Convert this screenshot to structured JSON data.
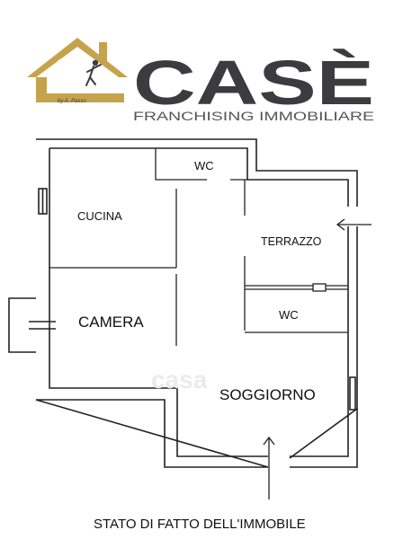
{
  "logo": {
    "brand": "CASÈ",
    "tagline": "FRANCHISING IMMOBILIARE",
    "colors": {
      "brand_dark": "#3c3c40",
      "brand_gold": "#c5a24c",
      "tagline": "#555555"
    }
  },
  "floorplan": {
    "rooms": {
      "wc_top": "WC",
      "cucina": "CUCINA",
      "terrazzo": "TERRAZZO",
      "camera": "CAMERA",
      "wc_bottom": "WC",
      "soggiorno": "SOGGIORNO"
    },
    "watermark": "casa",
    "caption": "STATO DI FATTO DELL'IMMOBILE"
  }
}
